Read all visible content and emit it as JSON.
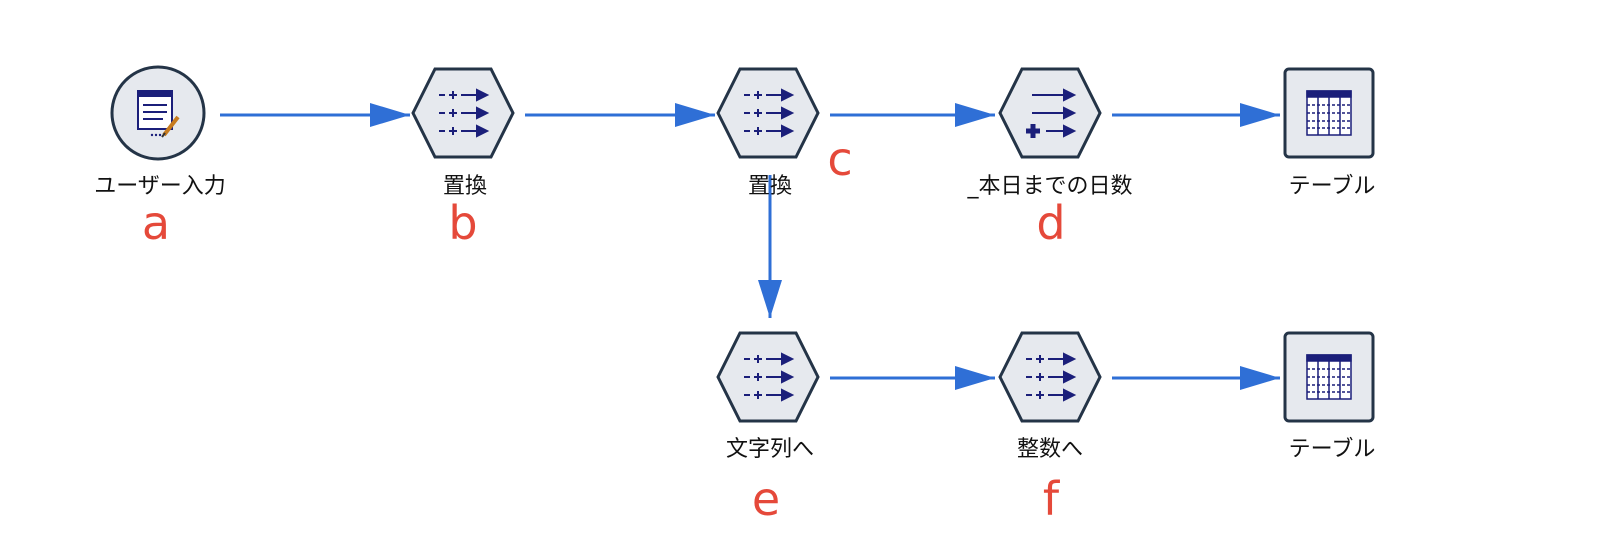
{
  "colors": {
    "edge": "#2f6fd6",
    "node_stroke": "#243447",
    "node_fill": "#e6e9ee",
    "glyph": "#1b1f7a",
    "marker": "#e5493a"
  },
  "nodes": {
    "user_input": {
      "label": "ユーザー入力",
      "icon": "user-input-icon",
      "marker": "a"
    },
    "replace_1": {
      "label": "置換",
      "icon": "replace-icon",
      "marker": "b"
    },
    "replace_2": {
      "label": "置換",
      "icon": "replace-icon",
      "marker": "c"
    },
    "days_until_today": {
      "label": "_本日までの日数",
      "icon": "derive-icon",
      "marker": "d"
    },
    "table_1": {
      "label": "テーブル",
      "icon": "table-icon"
    },
    "to_string": {
      "label": "文字列へ",
      "icon": "replace-icon",
      "marker": "e"
    },
    "to_integer": {
      "label": "整数へ",
      "icon": "replace-icon",
      "marker": "f"
    },
    "table_2": {
      "label": "テーブル",
      "icon": "table-icon"
    }
  }
}
